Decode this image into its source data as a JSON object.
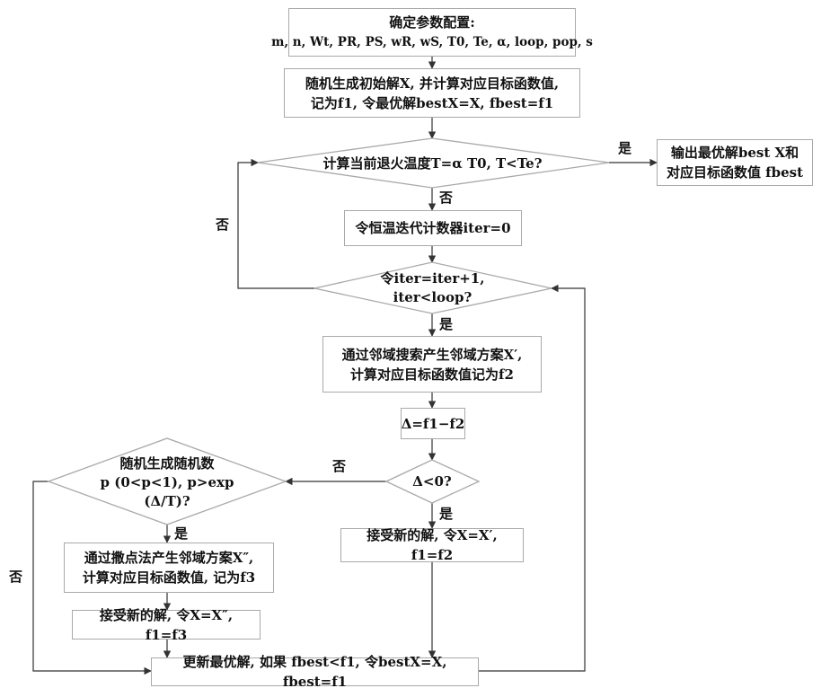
{
  "nodes": {
    "config": {
      "line1": "确定参数配置:",
      "line2": "m, n, Wt, PR, PS, wR, wS, T0, Te, α, loop, pop, s"
    },
    "init": {
      "line1": "随机生成初始解X, 并计算对应目标函数值,",
      "line2": "记为f1, 令最优解bestX=X, fbest=f1"
    },
    "temp_check": {
      "text": "计算当前退火温度T=α T0, T<Te?"
    },
    "output": {
      "line1": "输出最优解best X和",
      "line2": "对应目标函数值 fbest"
    },
    "counter_init": {
      "text": "令恒温迭代计数器iter=0"
    },
    "iter_check": {
      "text": "令iter=iter+1, iter<loop?"
    },
    "neighbor": {
      "line1": "通过邻域搜索产生邻域方案X′,",
      "line2": "计算对应目标函数值记为f2"
    },
    "delta": {
      "text": "Δ=f1−f2"
    },
    "delta_check": {
      "text": "Δ<0?"
    },
    "random_check": {
      "line1": "随机生成随机数",
      "line2": "p (0<p<1),  p>exp",
      "line3": "(Δ/T)?"
    },
    "accept_new": {
      "text": "接受新的解, 令X=X′, f1=f2"
    },
    "perturb": {
      "line1": "通过撒点法产生邻域方案X″,",
      "line2": "计算对应目标函数值, 记为f3"
    },
    "accept_perturb": {
      "text": "接受新的解, 令X=X″, f1=f3"
    },
    "update_best": {
      "text": "更新最优解, 如果 fbest<f1, 令bestX=X, fbest=f1"
    }
  },
  "edge_labels": {
    "temp_yes": "是",
    "temp_no": "否",
    "iter_no": "否",
    "iter_yes": "是",
    "delta_no": "否",
    "delta_yes": "是",
    "random_yes": "是",
    "random_no": "否"
  }
}
